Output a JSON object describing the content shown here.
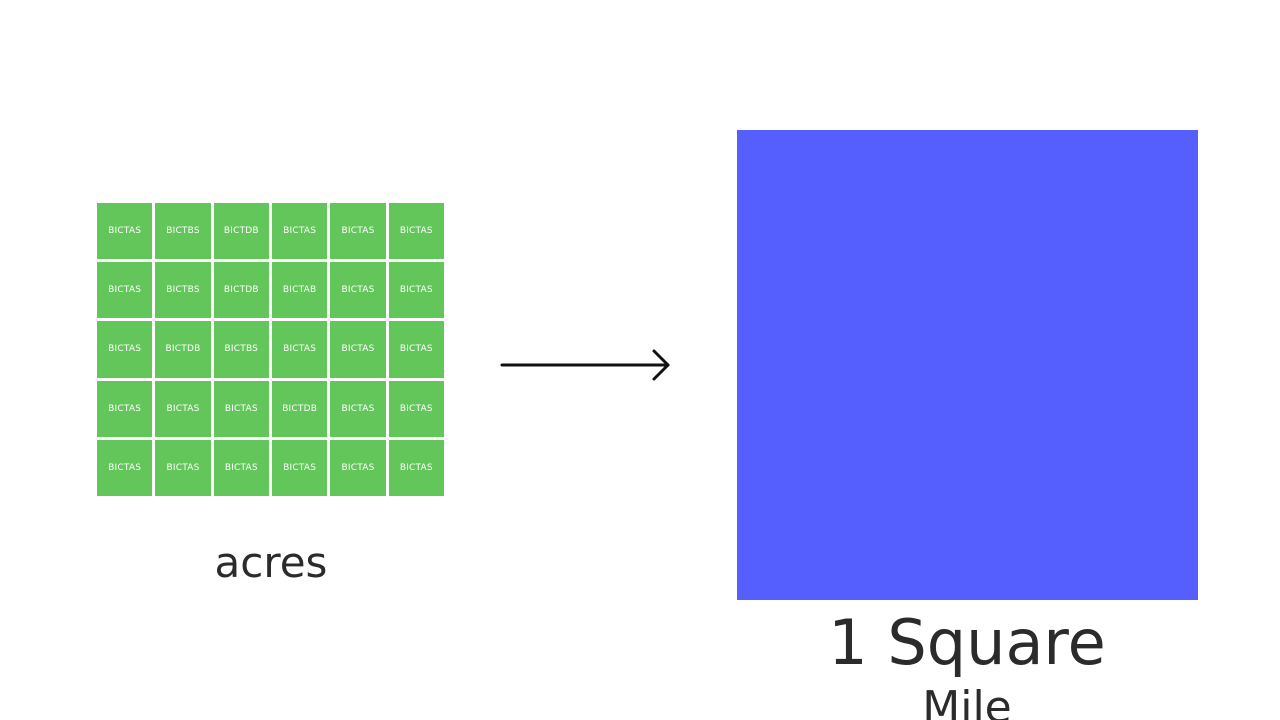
{
  "colors": {
    "background": "#ffffff",
    "acre_fill": "#63c65a",
    "acre_text": "#ffffff",
    "square_mile_fill": "#545ffe",
    "text": "#2b2b2b",
    "arrow": "#111111"
  },
  "acre_grid": {
    "rows": 5,
    "columns": 6,
    "cells": [
      "BICTAS",
      "BICTBS",
      "BICTDB",
      "BICTAS",
      "BICTAS",
      "BICTAS",
      "BICTAS",
      "BICTBS",
      "BICTDB",
      "BICTAB",
      "BICTAS",
      "BICTAS",
      "BICTAS",
      "BICTDB",
      "BICTBS",
      "BICTAS",
      "BICTAS",
      "BICTAS",
      "BICTAS",
      "BICTAS",
      "BICTAS",
      "BICTDB",
      "BICTAS",
      "BICTAS",
      "BICTAS",
      "BICTAS",
      "BICTAS",
      "BICTAS",
      "BICTAS",
      "BICTAS"
    ]
  },
  "labels": {
    "acres": "acres",
    "square_mile_line1": "1 Square",
    "square_mile_line2": "Mile"
  },
  "icons": {
    "arrow": "right-arrow-icon"
  }
}
